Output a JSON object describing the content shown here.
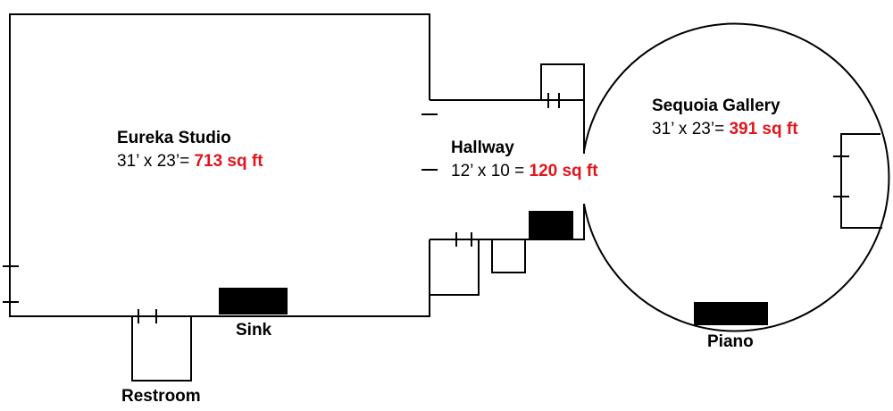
{
  "colors": {
    "wall": "#000000",
    "area_highlight": "#e3141b",
    "background": "#ffffff"
  },
  "rooms": {
    "eureka": {
      "name": "Eureka Studio",
      "dims": "31’ x 23’=",
      "area": "713 sq ft"
    },
    "hallway": {
      "name": "Hallway",
      "dims": "12’ x 10 =",
      "area": "120 sq ft"
    },
    "sequoia": {
      "name": "Sequoia Gallery",
      "dims": "31’ x 23’=",
      "area": "391 sq ft"
    }
  },
  "fixtures": {
    "sink": "Sink",
    "piano": "Piano",
    "restroom": "Restroom"
  }
}
